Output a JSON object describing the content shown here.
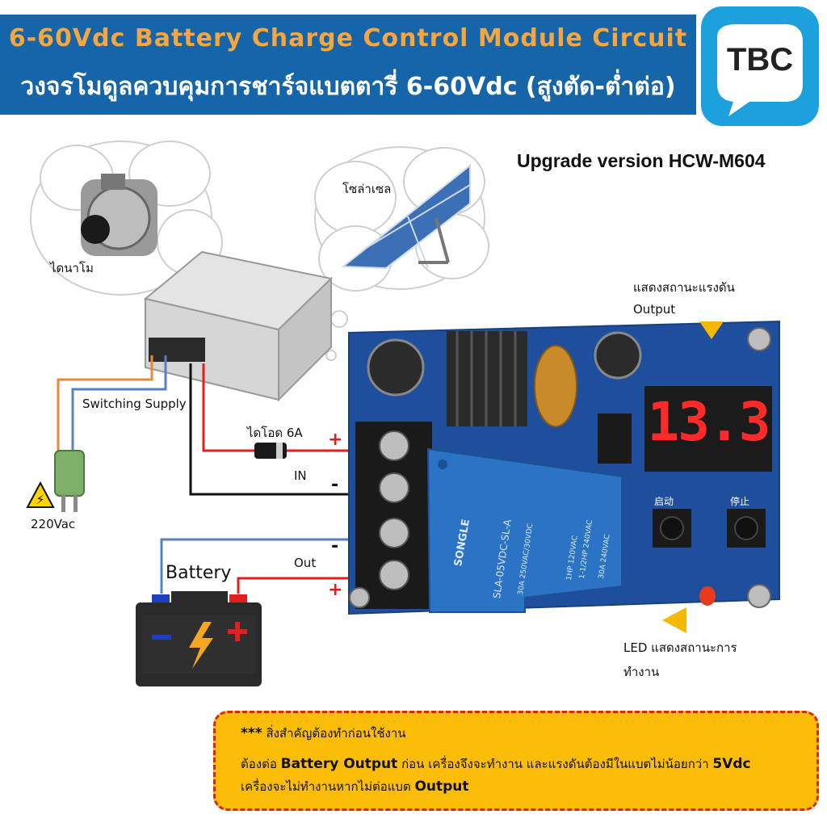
{
  "header": {
    "title_en": "6-60Vdc Battery Charge Control Module Circuit",
    "title_th": "วงจรโมดูลควบคุมการชาร์จแบตตารี่ 6-60Vdc (สูงตัด-ต่ำต่อ)",
    "logo_text": "TBC"
  },
  "upgrade": "Upgrade version HCW-M604",
  "labels": {
    "dynamo": "ไดนาโม",
    "solar": "โซล่าเซล",
    "switching_supply": "Switching Supply",
    "voltage_220": "220Vac",
    "diode": "ไดโอด 6A",
    "in": "IN",
    "out": "Out",
    "battery": "Battery",
    "display_th": "แสดงสถานะแรงดัน",
    "display_en": "Output",
    "led_line1": "LED แสดงสถานะการ",
    "led_line2": "ทำงาน"
  },
  "signs": {
    "plus": "+",
    "minus": "-"
  },
  "display_readout": "13.3",
  "pcb": {
    "start_label": "启动",
    "stop_label": "停止",
    "relay_brand": "SONGLE",
    "relay_model": "SLA-05VDC-SL-A",
    "relay_rating_1": "30A 250VAC/30VDC",
    "relay_rating_2": "1HP 120VAC",
    "relay_rating_3": "1-1/2HP 240VAC",
    "relay_rating_4": "30A 240VAC"
  },
  "notice": {
    "heading_stars": "***",
    "heading": "สิ่งสำคัญต้องทำก่อนใช้งาน",
    "line1_a": "ต้องต่อ",
    "line1_b": "Battery Output",
    "line1_c": "ก่อน เครื่องจึงจะทำงาน และแรงดันต้องมีในแบตไม่น้อยกว่า",
    "line1_d": "5Vdc",
    "line2_a": "เครื่องจะไม่ทำงานหากไม่ต่อแบต",
    "line2_b": "Output"
  },
  "colors": {
    "banner": "#1565a8",
    "title_en": "#f5a640",
    "logo": "#1da1dc",
    "pcb": "#1f4f9c",
    "relay": "#2b73c4",
    "digit": "#ff2a2a",
    "wire_red": "#e02020",
    "wire_blue": "#5a7fc0",
    "wire_orange": "#e8893a",
    "notice_bg": "#fbbd07",
    "notice_border": "#d9251c"
  }
}
